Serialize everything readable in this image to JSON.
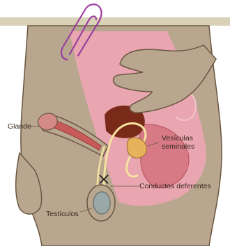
{
  "labels": {
    "glans": "Glande",
    "seminal_vesicles": "Vesículas seminales",
    "vas_deferens": "Conductos deferentes",
    "testicles": "Testículos"
  },
  "colors": {
    "skin": "#b8a68e",
    "skin_outline": "#6a5642",
    "pelvis_pink": "#e9a6b0",
    "organ_red": "#b8505a",
    "bladder_brown": "#7a2a18",
    "vas_yellow": "#f5e2a0",
    "paperclip": "#9a3fa0",
    "top_band": "#d9d2b6"
  }
}
